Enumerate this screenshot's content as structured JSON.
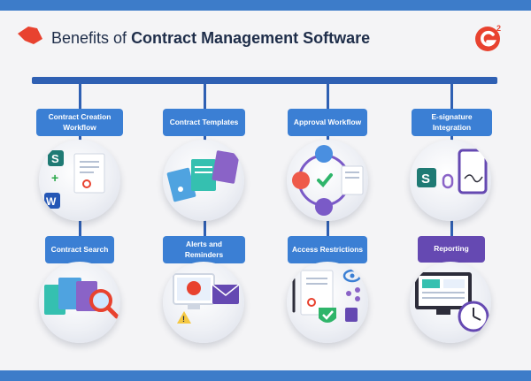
{
  "header": {
    "title_prefix": "Benefits of ",
    "title_bold": "Contract Management Software",
    "brand_logo": "g2-logo"
  },
  "colors": {
    "timeline": "#2f60b3",
    "label_blue": "#3b7fd4",
    "label_purple": "#6549b2",
    "accent_red": "#e8422f",
    "background": "#f4f4f6"
  },
  "benefits": [
    {
      "label": "Contract Creation Workflow",
      "icon": "document-creation-icon"
    },
    {
      "label": "Contract Templates",
      "icon": "templates-icon"
    },
    {
      "label": "Approval Workflow",
      "icon": "approval-icon"
    },
    {
      "label": "E-signature Integration",
      "icon": "e-signature-icon"
    },
    {
      "label": "Contract Search",
      "icon": "search-icon"
    },
    {
      "label": "Alerts and Reminders",
      "icon": "alerts-icon"
    },
    {
      "label": "Access Restrictions",
      "icon": "access-icon"
    },
    {
      "label": "Reporting",
      "icon": "reporting-icon"
    }
  ]
}
